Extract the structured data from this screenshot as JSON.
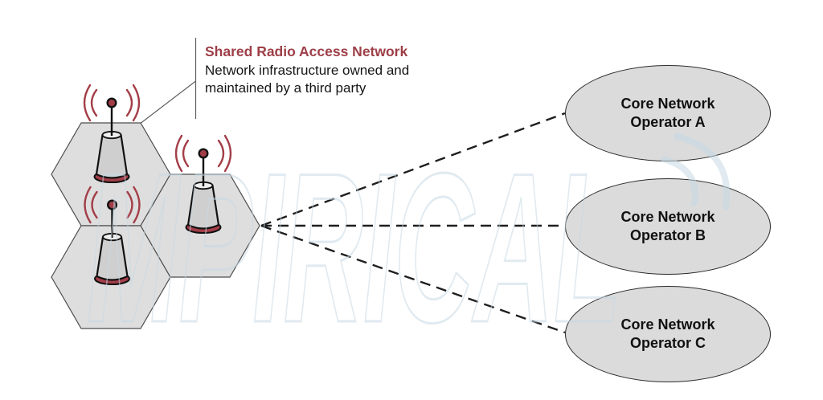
{
  "callout": {
    "title": "Shared Radio Access Network",
    "description_lines": [
      "Network infrastructure owned and",
      "maintained by a third party"
    ]
  },
  "operators": [
    {
      "line1": "Core Network",
      "line2": "Operator A"
    },
    {
      "line1": "Core Network",
      "line2": "Operator B"
    },
    {
      "line1": "Core Network",
      "line2": "Operator C"
    }
  ],
  "watermark": {
    "text": "MPIRICAL"
  },
  "icons": {
    "antenna": "antenna-icon",
    "signal_waves": "signal-waves-icon",
    "watermark_signal": "watermark-signal-icon"
  },
  "colors": {
    "accent_title": "#9D3E47",
    "maroon": "#A33E48",
    "shape_fill": "#DCDCDC",
    "outline": "#1F1F1F",
    "watermark": "#D9E6EE",
    "background": "#FFFFFF"
  }
}
